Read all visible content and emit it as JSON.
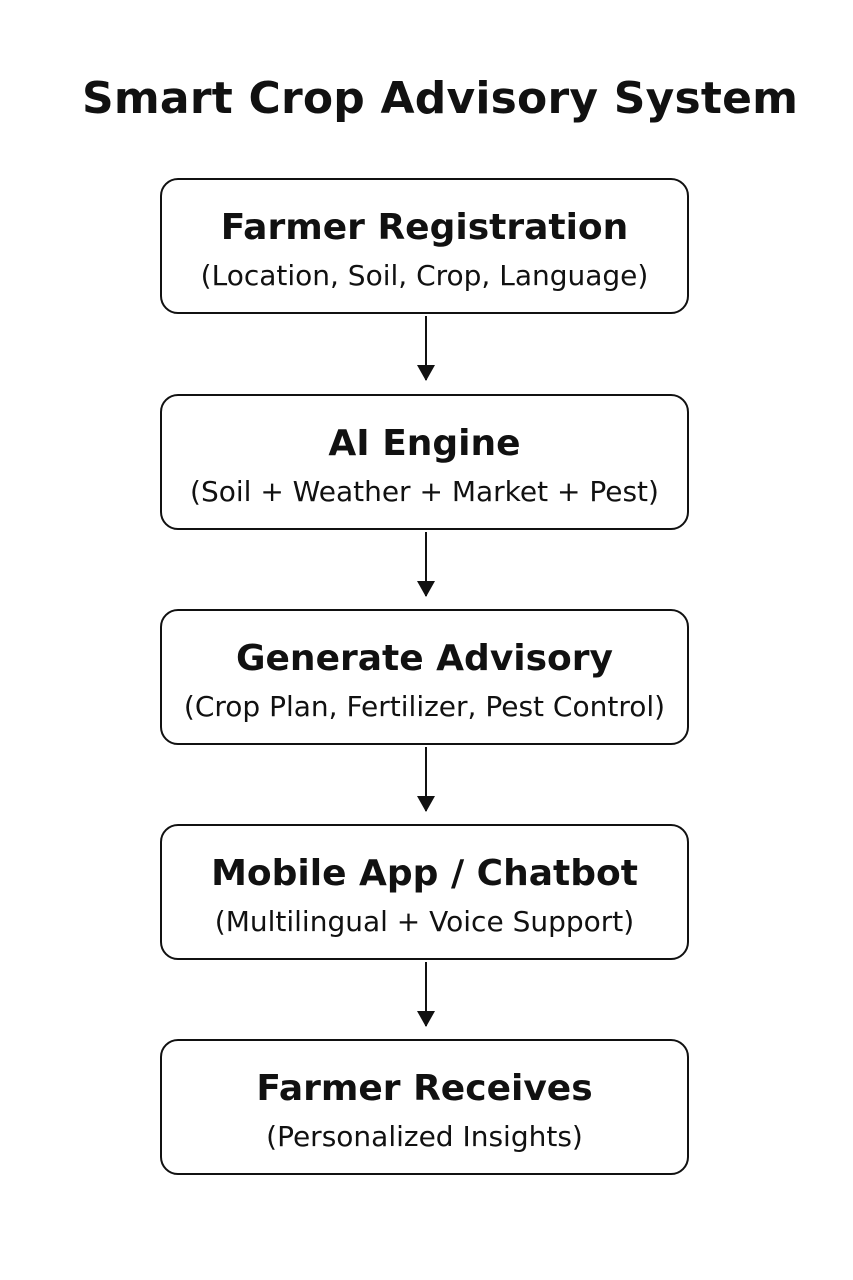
{
  "title": "Smart Crop Advisory System",
  "steps": [
    {
      "title": "Farmer Registration",
      "subtitle": "(Location, Soil, Crop, Language)"
    },
    {
      "title": "AI Engine",
      "subtitle": "(Soil + Weather + Market + Pest)"
    },
    {
      "title": "Generate Advisory",
      "subtitle": "(Crop Plan, Fertilizer, Pest Control)"
    },
    {
      "title": "Mobile App / Chatbot",
      "subtitle": "(Multilingual + Voice Support)"
    },
    {
      "title": "Farmer Receives",
      "subtitle": "(Personalized Insights)"
    }
  ],
  "colors": {
    "background": "#ffffff",
    "stroke": "#111111",
    "text": "#111111"
  }
}
